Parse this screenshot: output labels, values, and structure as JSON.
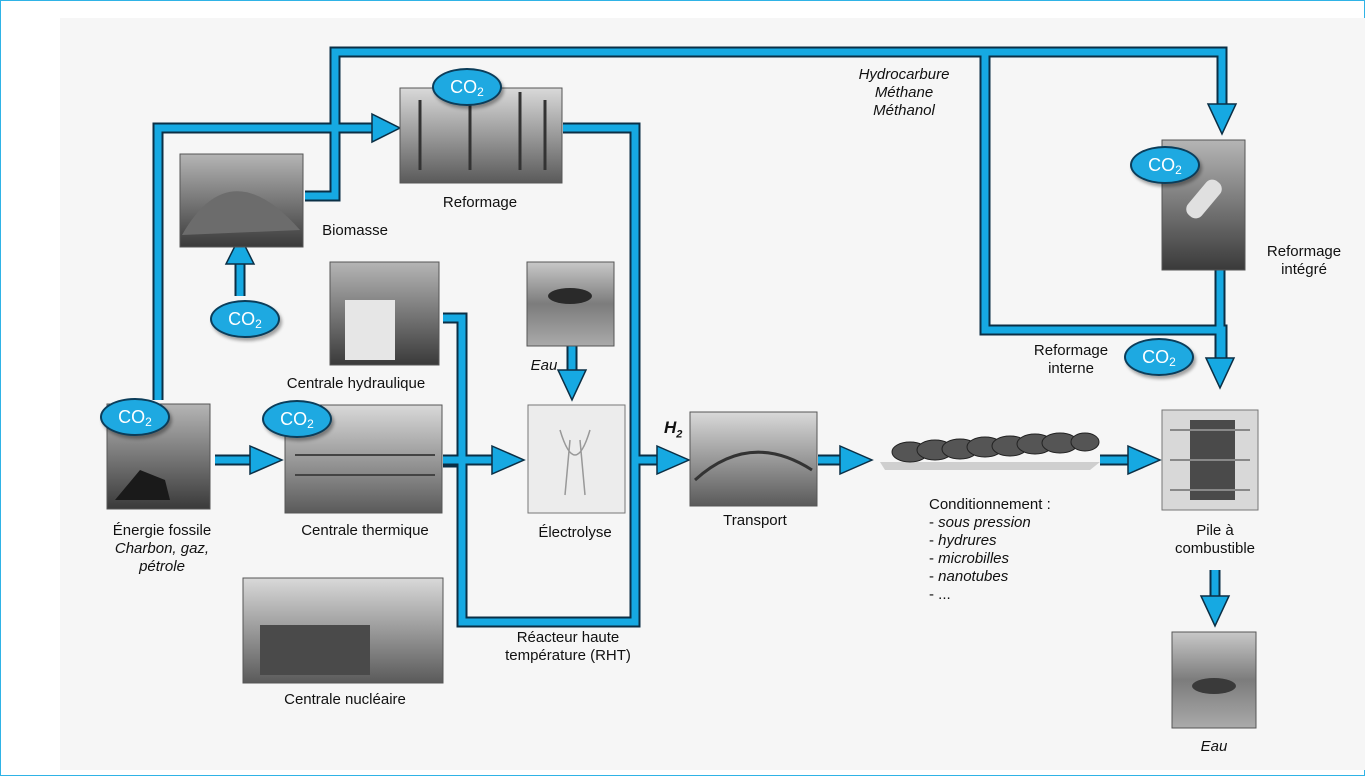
{
  "co2": {
    "text": "CO",
    "sub": "2"
  },
  "h2": {
    "text": "H",
    "sub": "2"
  },
  "labels": {
    "hydrocarbure": [
      "Hydrocarbure",
      "Méthane",
      "Méthanol"
    ],
    "reformage": "Reformage",
    "biomasse": "Biomasse",
    "reformage_integre": [
      "Reformage",
      "intégré"
    ],
    "reformage_interne": [
      "Reformage",
      "interne"
    ],
    "centrale_hydraulique": "Centrale hydraulique",
    "eau_top": "Eau",
    "energie_fossile": "Énergie fossile",
    "fossile_detail": [
      "Charbon, gaz,",
      "pétrole"
    ],
    "centrale_thermique": "Centrale thermique",
    "electrolyse": "Électrolyse",
    "transport": "Transport",
    "conditionnement": "Conditionnement :",
    "conditionnement_items": [
      "sous pression",
      "hydrures",
      "microbilles",
      "nanotubes",
      "..."
    ],
    "pile": [
      "Pile à",
      "combustible"
    ],
    "rht": [
      "Réacteur haute",
      "température (RHT)"
    ],
    "centrale_nucleaire": "Centrale nucléaire",
    "eau_bottom": "Eau"
  },
  "colors": {
    "flow": "#16a9e2",
    "outline": "#0b2f45",
    "frame": "#2fb3e6"
  }
}
